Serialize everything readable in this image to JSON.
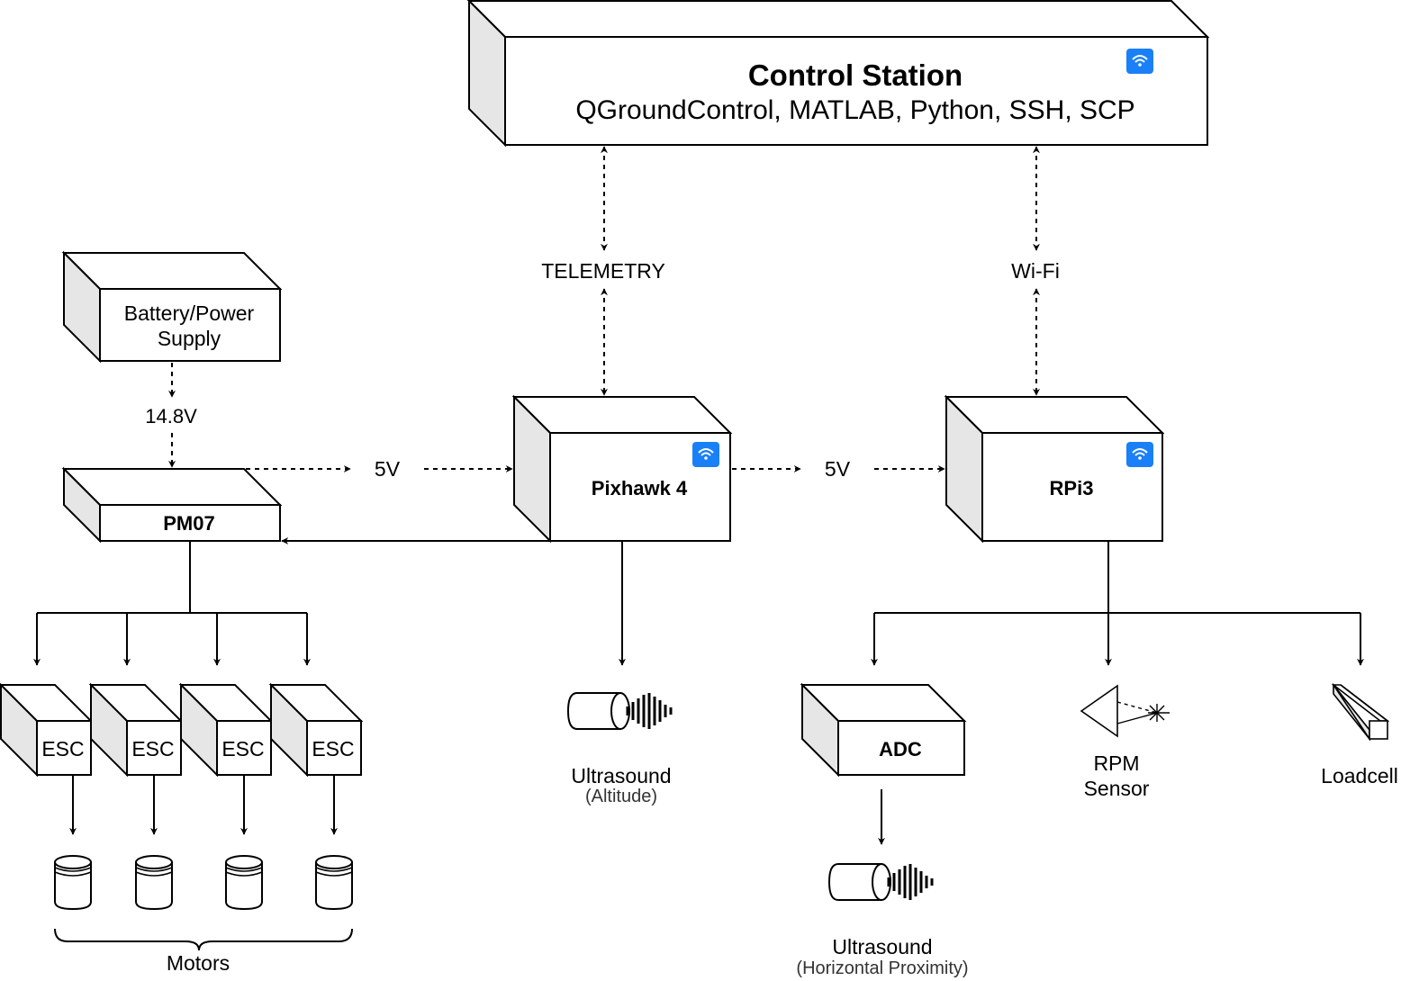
{
  "control_station": {
    "title": "Control Station",
    "subtitle": "QGroundControl, MATLAB, Python, SSH, SCP"
  },
  "links": {
    "telemetry": "TELEMETRY",
    "wifi": "Wi-Fi",
    "voltage_battery": "14.8V",
    "voltage_pm_to_pixhawk": "5V",
    "voltage_pixhawk_to_rpi": "5V"
  },
  "nodes": {
    "battery_line1": "Battery/Power",
    "battery_line2": "Supply",
    "pm07": "PM07",
    "pixhawk": "Pixhawk 4",
    "rpi": "RPi3",
    "adc": "ADC",
    "esc": [
      "ESC",
      "ESC",
      "ESC",
      "ESC"
    ]
  },
  "sensors": {
    "ultrasound_altitude": "Ultrasound",
    "ultrasound_altitude_sub": "(Altitude)",
    "ultrasound_proximity": "Ultrasound",
    "ultrasound_proximity_sub": "(Horizontal Proximity)",
    "rpm_line1": "RPM",
    "rpm_line2": "Sensor",
    "loadcell": "Loadcell"
  },
  "motors_label": "Motors",
  "colors": {
    "wifi_badge": "#1a80f7",
    "box_side": "#e6e6e6",
    "stroke": "#000000"
  },
  "icons": {
    "wifi": "wifi-icon",
    "ultrasound": "ultrasound-sensor-icon",
    "rpm": "rpm-sensor-icon",
    "loadcell": "loadcell-icon",
    "motor": "motor-icon"
  }
}
